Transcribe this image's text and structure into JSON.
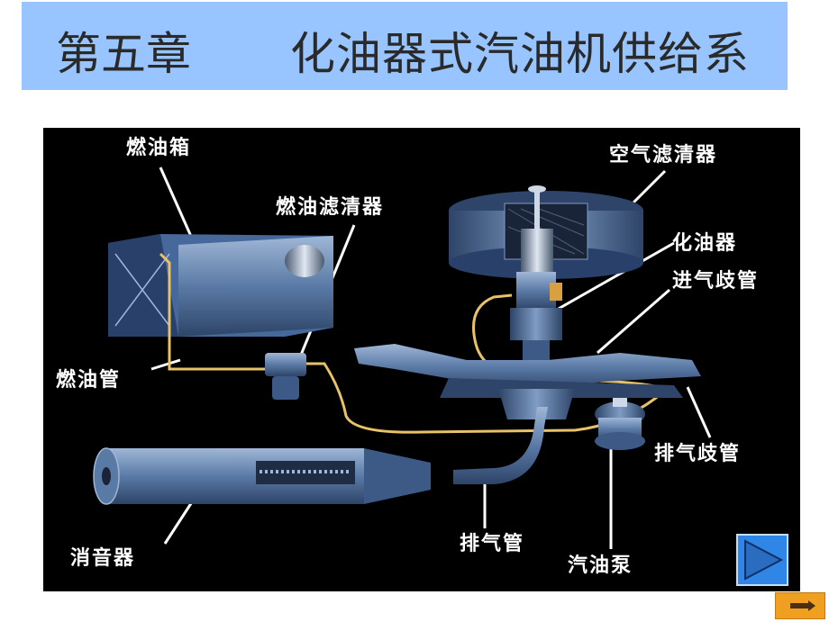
{
  "header": {
    "chapter": "第五章",
    "title": "化油器式汽油机供给系"
  },
  "diagram": {
    "labels": {
      "fuel_tank": "燃油箱",
      "fuel_filter": "燃油滤清器",
      "air_filter": "空气滤清器",
      "carburetor": "化油器",
      "intake_manifold": "进气歧管",
      "fuel_line": "燃油管",
      "exhaust_manifold": "排气歧管",
      "muffler": "消音器",
      "exhaust_pipe": "排气管",
      "fuel_pump": "汽油泵"
    }
  },
  "nav": {
    "next_icon": "play-triangle-icon",
    "back_icon": "return-arrow-icon"
  },
  "colors": {
    "title_bar": "#98c5ff",
    "diagram_bg": "#000000",
    "component": "#5a7aa6",
    "fuel_line": "#e8c268"
  }
}
